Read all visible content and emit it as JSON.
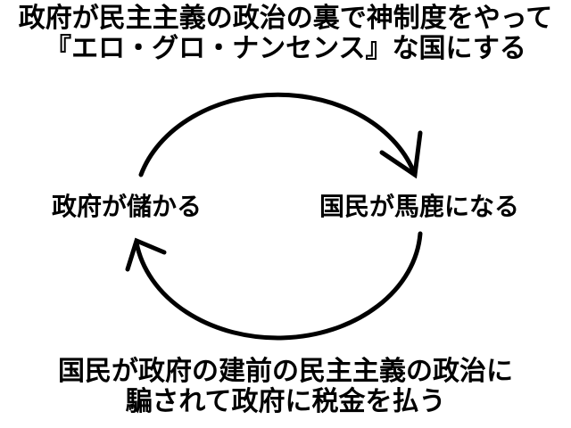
{
  "top_caption": {
    "line1": "政府が民主主義の政治の裏で神制度をやって",
    "line2": "『エロ・グロ・ナンセンス』な国にする"
  },
  "nodes": {
    "left": "政府が儲かる",
    "right": "国民が馬鹿になる"
  },
  "bottom_caption": {
    "line1": "国民が政府の建前の民主主義の政治に",
    "line2": "騙されて政府に税金を払う"
  },
  "colors": {
    "ink": "#000000",
    "background": "#ffffff"
  }
}
